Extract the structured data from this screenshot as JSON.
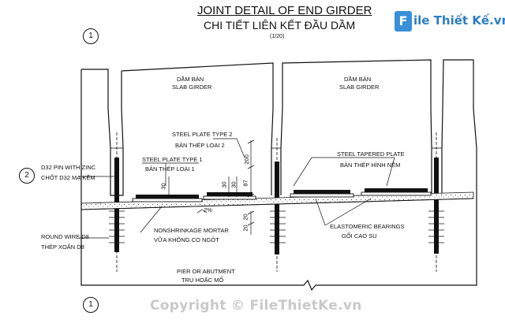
{
  "title": {
    "en": "JOINT DETAIL OF END GIRDER",
    "vi": "CHI TIẾT LIÊN KẾT ĐẦU DẦM",
    "scale": "(1/20)"
  },
  "section_marks": {
    "top": "1",
    "side": "2",
    "bottom": "1"
  },
  "girders": {
    "left": {
      "vi": "DẦM BẢN",
      "en": "SLAB GIRDER"
    },
    "right": {
      "vi": "DẦM BẢN",
      "en": "SLAB GIRDER"
    }
  },
  "labels": {
    "steel_plate_2_en": "STEEL PLATE TYPE 2",
    "steel_plate_2_vi": "BẢN THÉP LOẠI 2",
    "steel_plate_1_en": "STEEL PLATE TYPE 1",
    "steel_plate_1_vi": "BẢN THÉP LOẠI 1",
    "tapered_en": "STEEL TAPERED PLATE",
    "tapered_vi": "BẢN THÉP HÌNH NÊM",
    "pin_en": "D32 PIN WITH ZINC",
    "pin_vi": "CHỐT D32 MẠ KẼM",
    "mortar_en": "NONSHRINKAGE MORTAR",
    "mortar_vi": "VỮA KHÔNG CO NGÓT",
    "bearing_en": "ELASTOMERIC BEARINGS",
    "bearing_vi": "GỐI CAO SU",
    "wire_en": "ROUND WIRE D8",
    "wire_vi": "THÉP XOẮN D8",
    "pier_en": "PIER OR ABUTMENT",
    "pier_vi": "TRỤ HOẶC MỐ"
  },
  "dimensions": {
    "d200": "200",
    "d87": "87",
    "d20a": "20",
    "d20b": "20",
    "d30a": "30",
    "d30b": "30",
    "d30c": "30",
    "slope": "2%"
  },
  "watermark": {
    "logo_letter": "F",
    "logo_text": "ile Thiết Kế.vn",
    "copyright": "Copyright © FileThietKe.vn"
  }
}
